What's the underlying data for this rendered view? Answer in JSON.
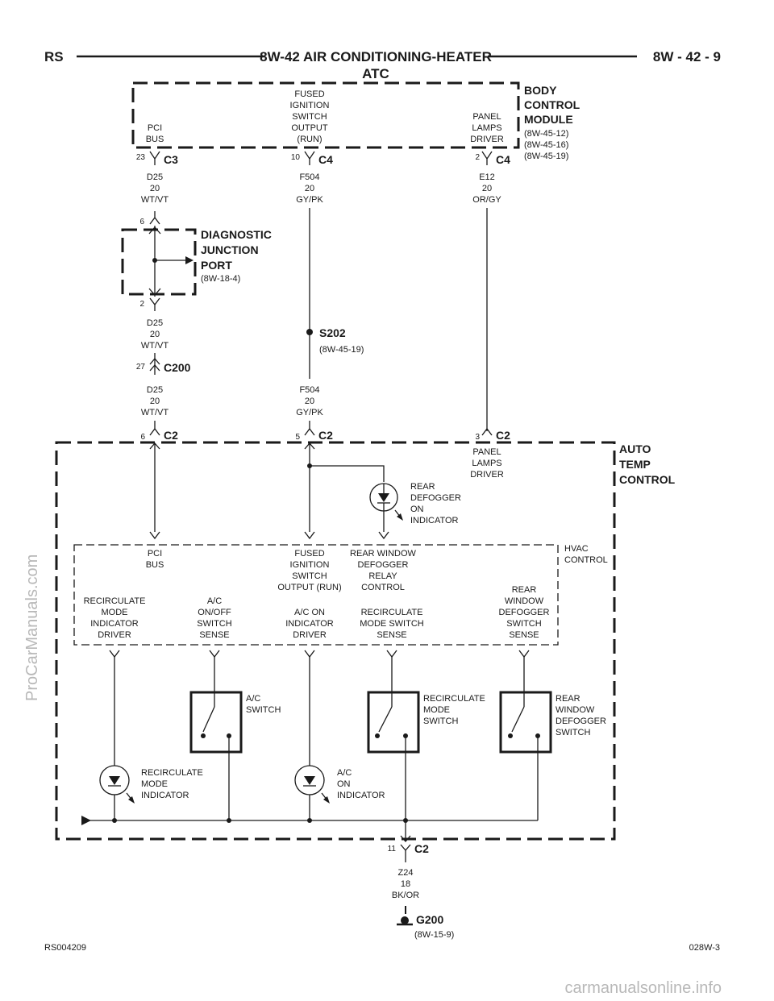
{
  "header": {
    "left": "RS",
    "title": "8W-42 AIR CONDITIONING-HEATER",
    "subtitle": "ATC",
    "right": "8W - 42 - 9"
  },
  "bcm": {
    "title_lines": [
      "BODY",
      "CONTROL",
      "MODULE"
    ],
    "refs": [
      "(8W-45-12)",
      "(8W-45-16)",
      "(8W-45-19)"
    ],
    "pins": {
      "pci": [
        "PCI",
        "BUS"
      ],
      "fused": [
        "FUSED",
        "IGNITION",
        "SWITCH",
        "OUTPUT",
        "(RUN)"
      ],
      "panel": [
        "PANEL",
        "LAMPS",
        "DRIVER"
      ]
    },
    "connectors": [
      {
        "pin": "23",
        "name": "C3"
      },
      {
        "pin": "10",
        "name": "C4"
      },
      {
        "pin": "2",
        "name": "C4"
      }
    ]
  },
  "wires": {
    "d25_upper": [
      "D25",
      "20",
      "WT/VT"
    ],
    "f504_upper": [
      "F504",
      "20",
      "GY/PK"
    ],
    "e12": [
      "E12",
      "20",
      "OR/GY"
    ],
    "d25_mid": [
      "D25",
      "20",
      "WT/VT"
    ],
    "d25_lower": [
      "D25",
      "20",
      "WT/VT"
    ],
    "f504_lower": [
      "F504",
      "20",
      "GY/PK"
    ],
    "z24": [
      "Z24",
      "18",
      "BK/OR"
    ]
  },
  "djp": {
    "title_lines": [
      "DIAGNOSTIC",
      "JUNCTION",
      "PORT"
    ],
    "ref": "(8W-18-4)",
    "pin_top": "6",
    "pin_bottom": "2"
  },
  "splice": {
    "name": "S202",
    "ref": "(8W-45-19)"
  },
  "c200": {
    "pin": "27",
    "name": "C200"
  },
  "atc": {
    "title_lines": [
      "AUTO",
      "TEMP",
      "CONTROL"
    ],
    "connectors": [
      {
        "pin": "6",
        "name": "C2"
      },
      {
        "pin": "5",
        "name": "C2"
      },
      {
        "pin": "3",
        "name": "C2"
      }
    ],
    "panel_lamps": [
      "PANEL",
      "LAMPS",
      "DRIVER"
    ],
    "rear_defogger_indicator": [
      "REAR",
      "DEFOGGER",
      "ON",
      "INDICATOR"
    ]
  },
  "hvac": {
    "title_lines": [
      "HVAC",
      "CONTROL"
    ],
    "pins_top": {
      "pci": [
        "PCI",
        "BUS"
      ],
      "fused": [
        "FUSED",
        "IGNITION",
        "SWITCH",
        "OUTPUT (RUN)"
      ],
      "relay": [
        "REAR WINDOW",
        "DEFOGGER",
        "RELAY",
        "CONTROL"
      ]
    },
    "pins_bottom": {
      "recirc_driver": [
        "RECIRCULATE",
        "MODE",
        "INDICATOR",
        "DRIVER"
      ],
      "ac_sense": [
        "A/C",
        "ON/OFF",
        "SWITCH",
        "SENSE"
      ],
      "ac_driver": [
        "A/C ON",
        "INDICATOR",
        "DRIVER"
      ],
      "recirc_sense": [
        "RECIRCULATE",
        "MODE SWITCH",
        "SENSE"
      ],
      "rear_sense": [
        "REAR",
        "WINDOW",
        "DEFOGGER",
        "SWITCH",
        "SENSE"
      ]
    }
  },
  "components": {
    "ac_switch": [
      "A/C",
      "SWITCH"
    ],
    "recirc_switch": [
      "RECIRCULATE",
      "MODE",
      "SWITCH"
    ],
    "rear_switch": [
      "REAR",
      "WINDOW",
      "DEFOGGER",
      "SWITCH"
    ],
    "recirc_indicator": [
      "RECIRCULATE",
      "MODE",
      "INDICATOR"
    ],
    "ac_indicator": [
      "A/C",
      "ON",
      "INDICATOR"
    ]
  },
  "ground_conn": {
    "pin": "11",
    "name": "C2"
  },
  "ground": {
    "name": "G200",
    "ref": "(8W-15-9)"
  },
  "footer": {
    "left": "RS004209",
    "right": "028W-3"
  },
  "watermarks": {
    "side": "ProCarManuals.com",
    "bottom": "carmanualsonline.info"
  }
}
